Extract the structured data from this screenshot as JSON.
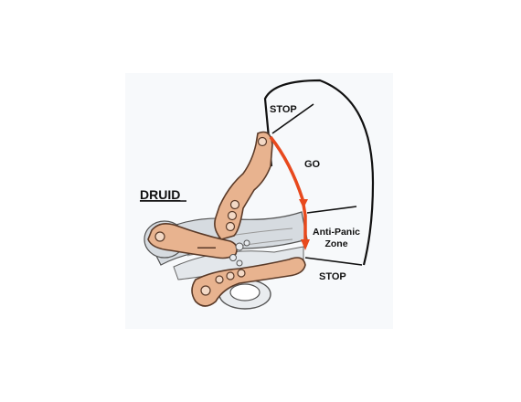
{
  "title": "DRUID",
  "zones": {
    "stop_top": "STOP",
    "go": "GO",
    "anti_panic_line1": "Anti-Panic",
    "anti_panic_line2": "Zone",
    "stop_bottom": "STOP"
  },
  "colors": {
    "background": "#ffffff",
    "panel": "#f7f9fb",
    "handle_fill": "#e8b38f",
    "handle_stroke": "#5a3a28",
    "arrow": "#e8491d",
    "outline": "#111111",
    "metal": "#d6dbe0"
  }
}
